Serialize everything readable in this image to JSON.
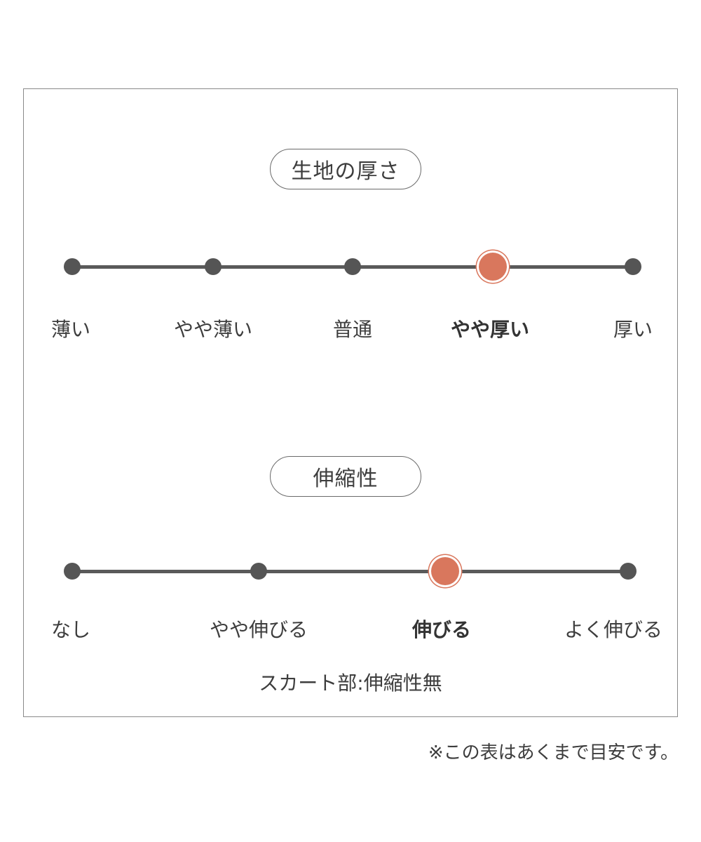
{
  "thickness": {
    "title": "生地の厚さ",
    "levels": [
      "薄い",
      "やや薄い",
      "普通",
      "やや厚い",
      "厚い"
    ],
    "selected_index": 3
  },
  "stretch": {
    "title": "伸縮性",
    "levels": [
      "なし",
      "やや伸びる",
      "伸びる",
      "よく伸びる"
    ],
    "selected_index": 2,
    "note": "スカート部:伸縮性無"
  },
  "footnote": "※この表はあくまで目安です。",
  "colors": {
    "line": "#5a5a5a",
    "dot": "#555555",
    "selected": "#d9775d",
    "border": "#8a8a8a"
  }
}
